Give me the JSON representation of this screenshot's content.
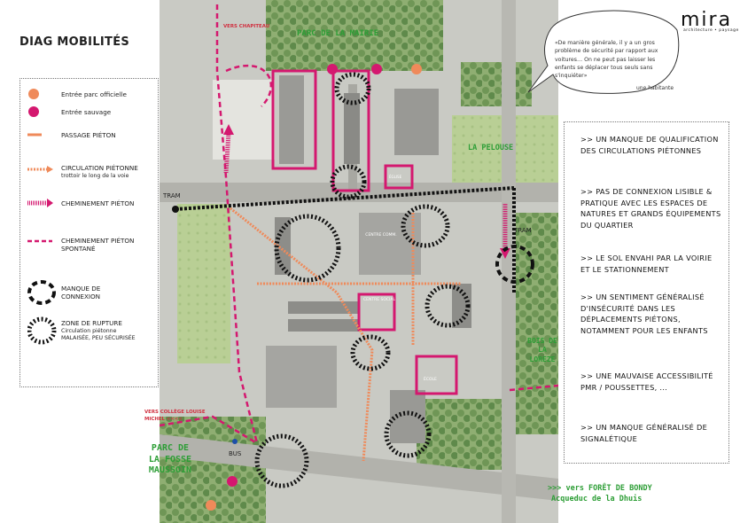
{
  "title": "DIAG MOBILITÉS",
  "legend": [
    {
      "symbol": "orange-dot",
      "label": "Entrée parc officielle"
    },
    {
      "symbol": "magenta-dot",
      "label": "Entrée sauvage"
    },
    {
      "symbol": "orange-dash",
      "label": "PASSAGE PIÉTON"
    },
    {
      "symbol": "orange-arrow-dotted",
      "label": "CIRCULATION PIÉTONNE",
      "sub": "trottoir le long de la voie"
    },
    {
      "symbol": "magenta-arrow-hatched",
      "label": "CHEMINEMENT PIÉTON"
    },
    {
      "symbol": "magenta-dashed",
      "label": "CHEMINEMENT PIÉTON SPONTANÉ"
    },
    {
      "symbol": "black-dashed-ring",
      "label": "MANQUE DE CONNEXION"
    },
    {
      "symbol": "black-dotted-ring",
      "label": "ZONE DE RUPTURE",
      "sub": "Circulation piétonne MALAISÉE, PEU SÉCURISÉE"
    }
  ],
  "quote": {
    "text": "«De manière générale, il y a un gros problème de sécurité par rapport aux voitures… On ne peut pas laisser les enfants se déplacer tous seuls sans s'inquiéter»",
    "author": "une habitante"
  },
  "logo": {
    "name": "mira",
    "tagline": "architecture • paysage"
  },
  "findings": [
    ">> UN MANQUE DE QUALIFICATION DES CIRCULATIONS PIÉTONNES",
    ">> PAS DE CONNEXION LISIBLE & PRATIQUE AVEC LES ESPACES DE NATURES ET GRANDS ÉQUIPEMENTS DU QUARTIER",
    ">> LE SOL ENVAHI PAR LA VOIRIE ET LE STATIONNEMENT",
    ">> UN SENTIMENT GÉNÉRALISÉ D'INSÉCURITÉ DANS LES DÉPLACEMENTS PIÉTONS, NOTAMMENT POUR LES ENFANTS",
    ">> UNE MAUVAISE ACCESSIBILITÉ PMR / POUSSETTES, ...",
    ">> UN MANQUE GÉNÉRALISÉ DE SIGNALÉTIQUE"
  ],
  "map_labels": {
    "parc_mairie": "PARC DE LA MAIRIE",
    "pelouse": "LA PELOUSE",
    "bois_loreze": "BOIS DE LA LOREZE",
    "parc_fosse": "PARC DE LA FOSSE MAUSSOIN",
    "vers_chapiteau": "VERS CHAPITEAU",
    "vers_college": "VERS COLLÈGE LOUISE MICHEL <<<<",
    "vers_foret": ">>> vers FORÊT DE BONDY",
    "aqueduc": "Acqueduc de la Dhuis",
    "tram_left": "TRAM",
    "tram_right": "TRAM",
    "bus": "BUS",
    "centre_social": "CENTRE SOCIAL",
    "ecole": "ÉCOLE",
    "eglise": "ÉGLISE",
    "centre_comm": "CENTRE COMM."
  },
  "colors": {
    "magenta": "#d4186f",
    "orange": "#ef8a5a",
    "green": "#2d9e36",
    "black": "#111111"
  }
}
